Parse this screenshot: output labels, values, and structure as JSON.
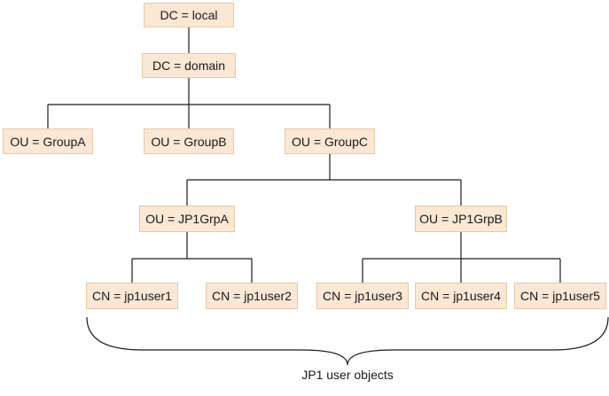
{
  "nodes": {
    "dc_local": "DC = local",
    "dc_domain": "DC = domain",
    "ou_groupa": "OU = GroupA",
    "ou_groupb": "OU = GroupB",
    "ou_groupc": "OU = GroupC",
    "ou_jp1grpa": "OU = JP1GrpA",
    "ou_jp1grpb": "OU = JP1GrpB",
    "cn_jp1user1": "CN = jp1user1",
    "cn_jp1user2": "CN = jp1user2",
    "cn_jp1user3": "CN = jp1user3",
    "cn_jp1user4": "CN = jp1user4",
    "cn_jp1user5": "CN = jp1user5"
  },
  "caption": "JP1 user objects",
  "colors": {
    "node_fill": "#fae7d4",
    "node_border": "#e8c8a8",
    "line": "#1a1a1a"
  }
}
